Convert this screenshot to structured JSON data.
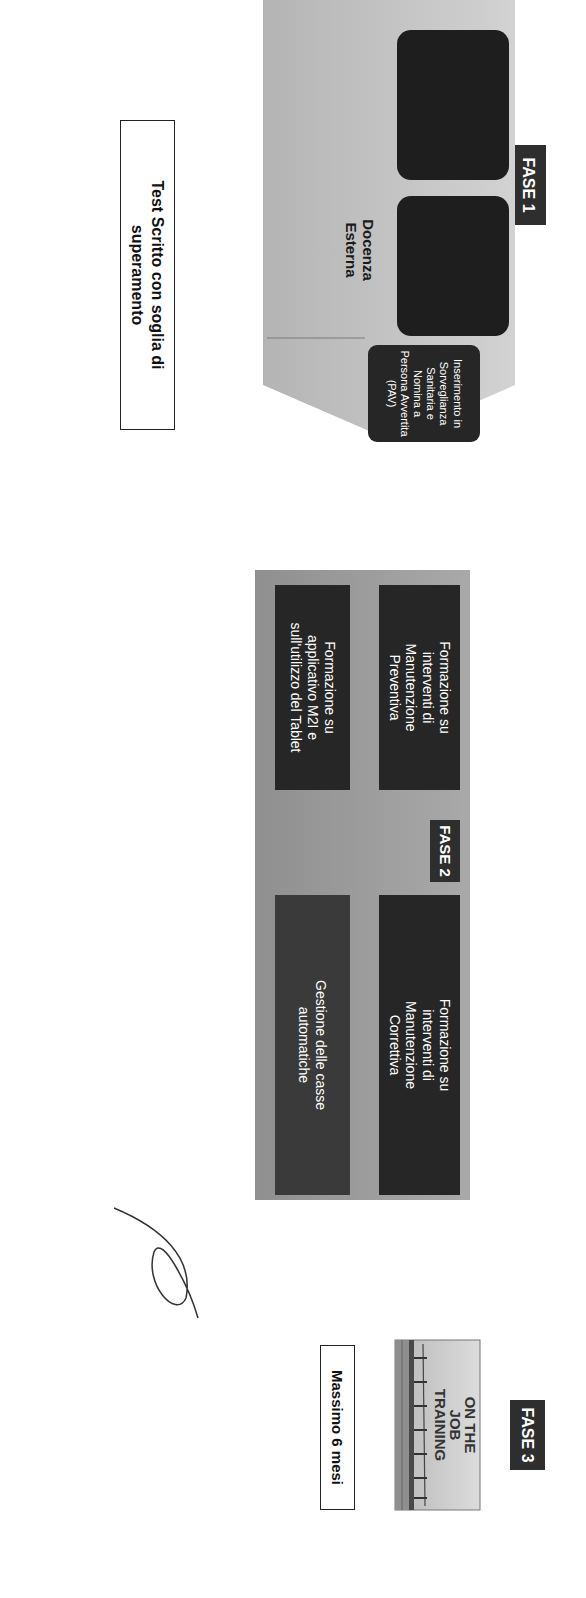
{
  "diagram": {
    "nodes": [
      {
        "text": [
          "FASE 1"
        ]
      },
      {
        "text": [
          "Docenza Esterna"
        ]
      },
      {
        "text": [
          "Inserimento in Sorveglianza Sanitaria e Nomina a Persona Avvertita (PAV)"
        ],
        "in": 1
      },
      {
        "text": [
          "Test Scritto con soglia di superamento"
        ]
      },
      {
        "text": [
          "FASE 2"
        ]
      },
      {
        "text": [
          "Formazione su interventi di Manutenzione Preventiva"
        ],
        "in": 4
      },
      {
        "text": [
          "Formazione su interventi di Manutenzione Correttiva"
        ],
        "in": 4
      },
      {
        "text": [
          "Formazione su applicativo M2I e sull'utilizzo del Tablet"
        ],
        "in": 4
      },
      {
        "text": [
          "Gestione delle casse automatiche"
        ],
        "in": 4
      },
      {
        "text": [
          "FASE 3"
        ]
      },
      {
        "text": [
          "ON THE JOB TRAINING"
        ]
      },
      {
        "text": [
          "Massimo 6 mesi"
        ]
      }
    ]
  }
}
